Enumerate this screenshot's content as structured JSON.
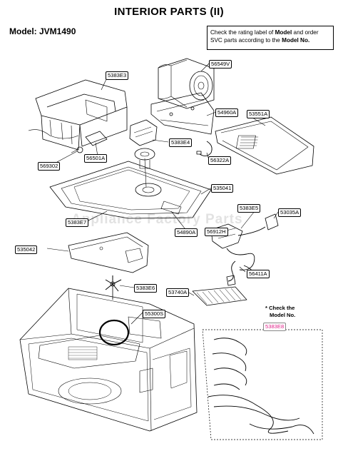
{
  "title": "INTERIOR PARTS (II)",
  "model": "Model: JVM1490",
  "note": {
    "line1_pre": "Check the rating label of ",
    "line1_bold": "Model",
    "line1_post": " and order",
    "line2_pre": "SVC parts according to the ",
    "line2_bold": "Model No."
  },
  "watermark": "Appliance Factory Parts",
  "check_note": {
    "line1": "* Check the",
    "line2": "Model No."
  },
  "parts": [
    {
      "id": "p-5383E3",
      "label": "5383E3"
    },
    {
      "id": "p-56549V",
      "label": "56549V"
    },
    {
      "id": "p-54960A",
      "label": "54960A"
    },
    {
      "id": "p-53551A",
      "label": "53551A"
    },
    {
      "id": "p-5383E4",
      "label": "5383E4"
    },
    {
      "id": "p-56501A",
      "label": "56501A"
    },
    {
      "id": "p-569302",
      "label": "569302"
    },
    {
      "id": "p-56322A",
      "label": "56322A"
    },
    {
      "id": "p-535041",
      "label": "535041"
    },
    {
      "id": "p-5383E5",
      "label": "5383E5"
    },
    {
      "id": "p-53035A",
      "label": "53035A"
    },
    {
      "id": "p-5383E7",
      "label": "5383E7"
    },
    {
      "id": "p-56912H",
      "label": "56912H"
    },
    {
      "id": "p-54890A",
      "label": "54890A"
    },
    {
      "id": "p-535042",
      "label": "535042"
    },
    {
      "id": "p-56411A",
      "label": "56411A"
    },
    {
      "id": "p-5383E6",
      "label": "5383E6"
    },
    {
      "id": "p-53740A",
      "label": "53740A"
    },
    {
      "id": "p-55300S",
      "label": "55300S"
    },
    {
      "id": "p-5383E8",
      "label": "5383E8",
      "highlight": "#e0218a"
    }
  ]
}
